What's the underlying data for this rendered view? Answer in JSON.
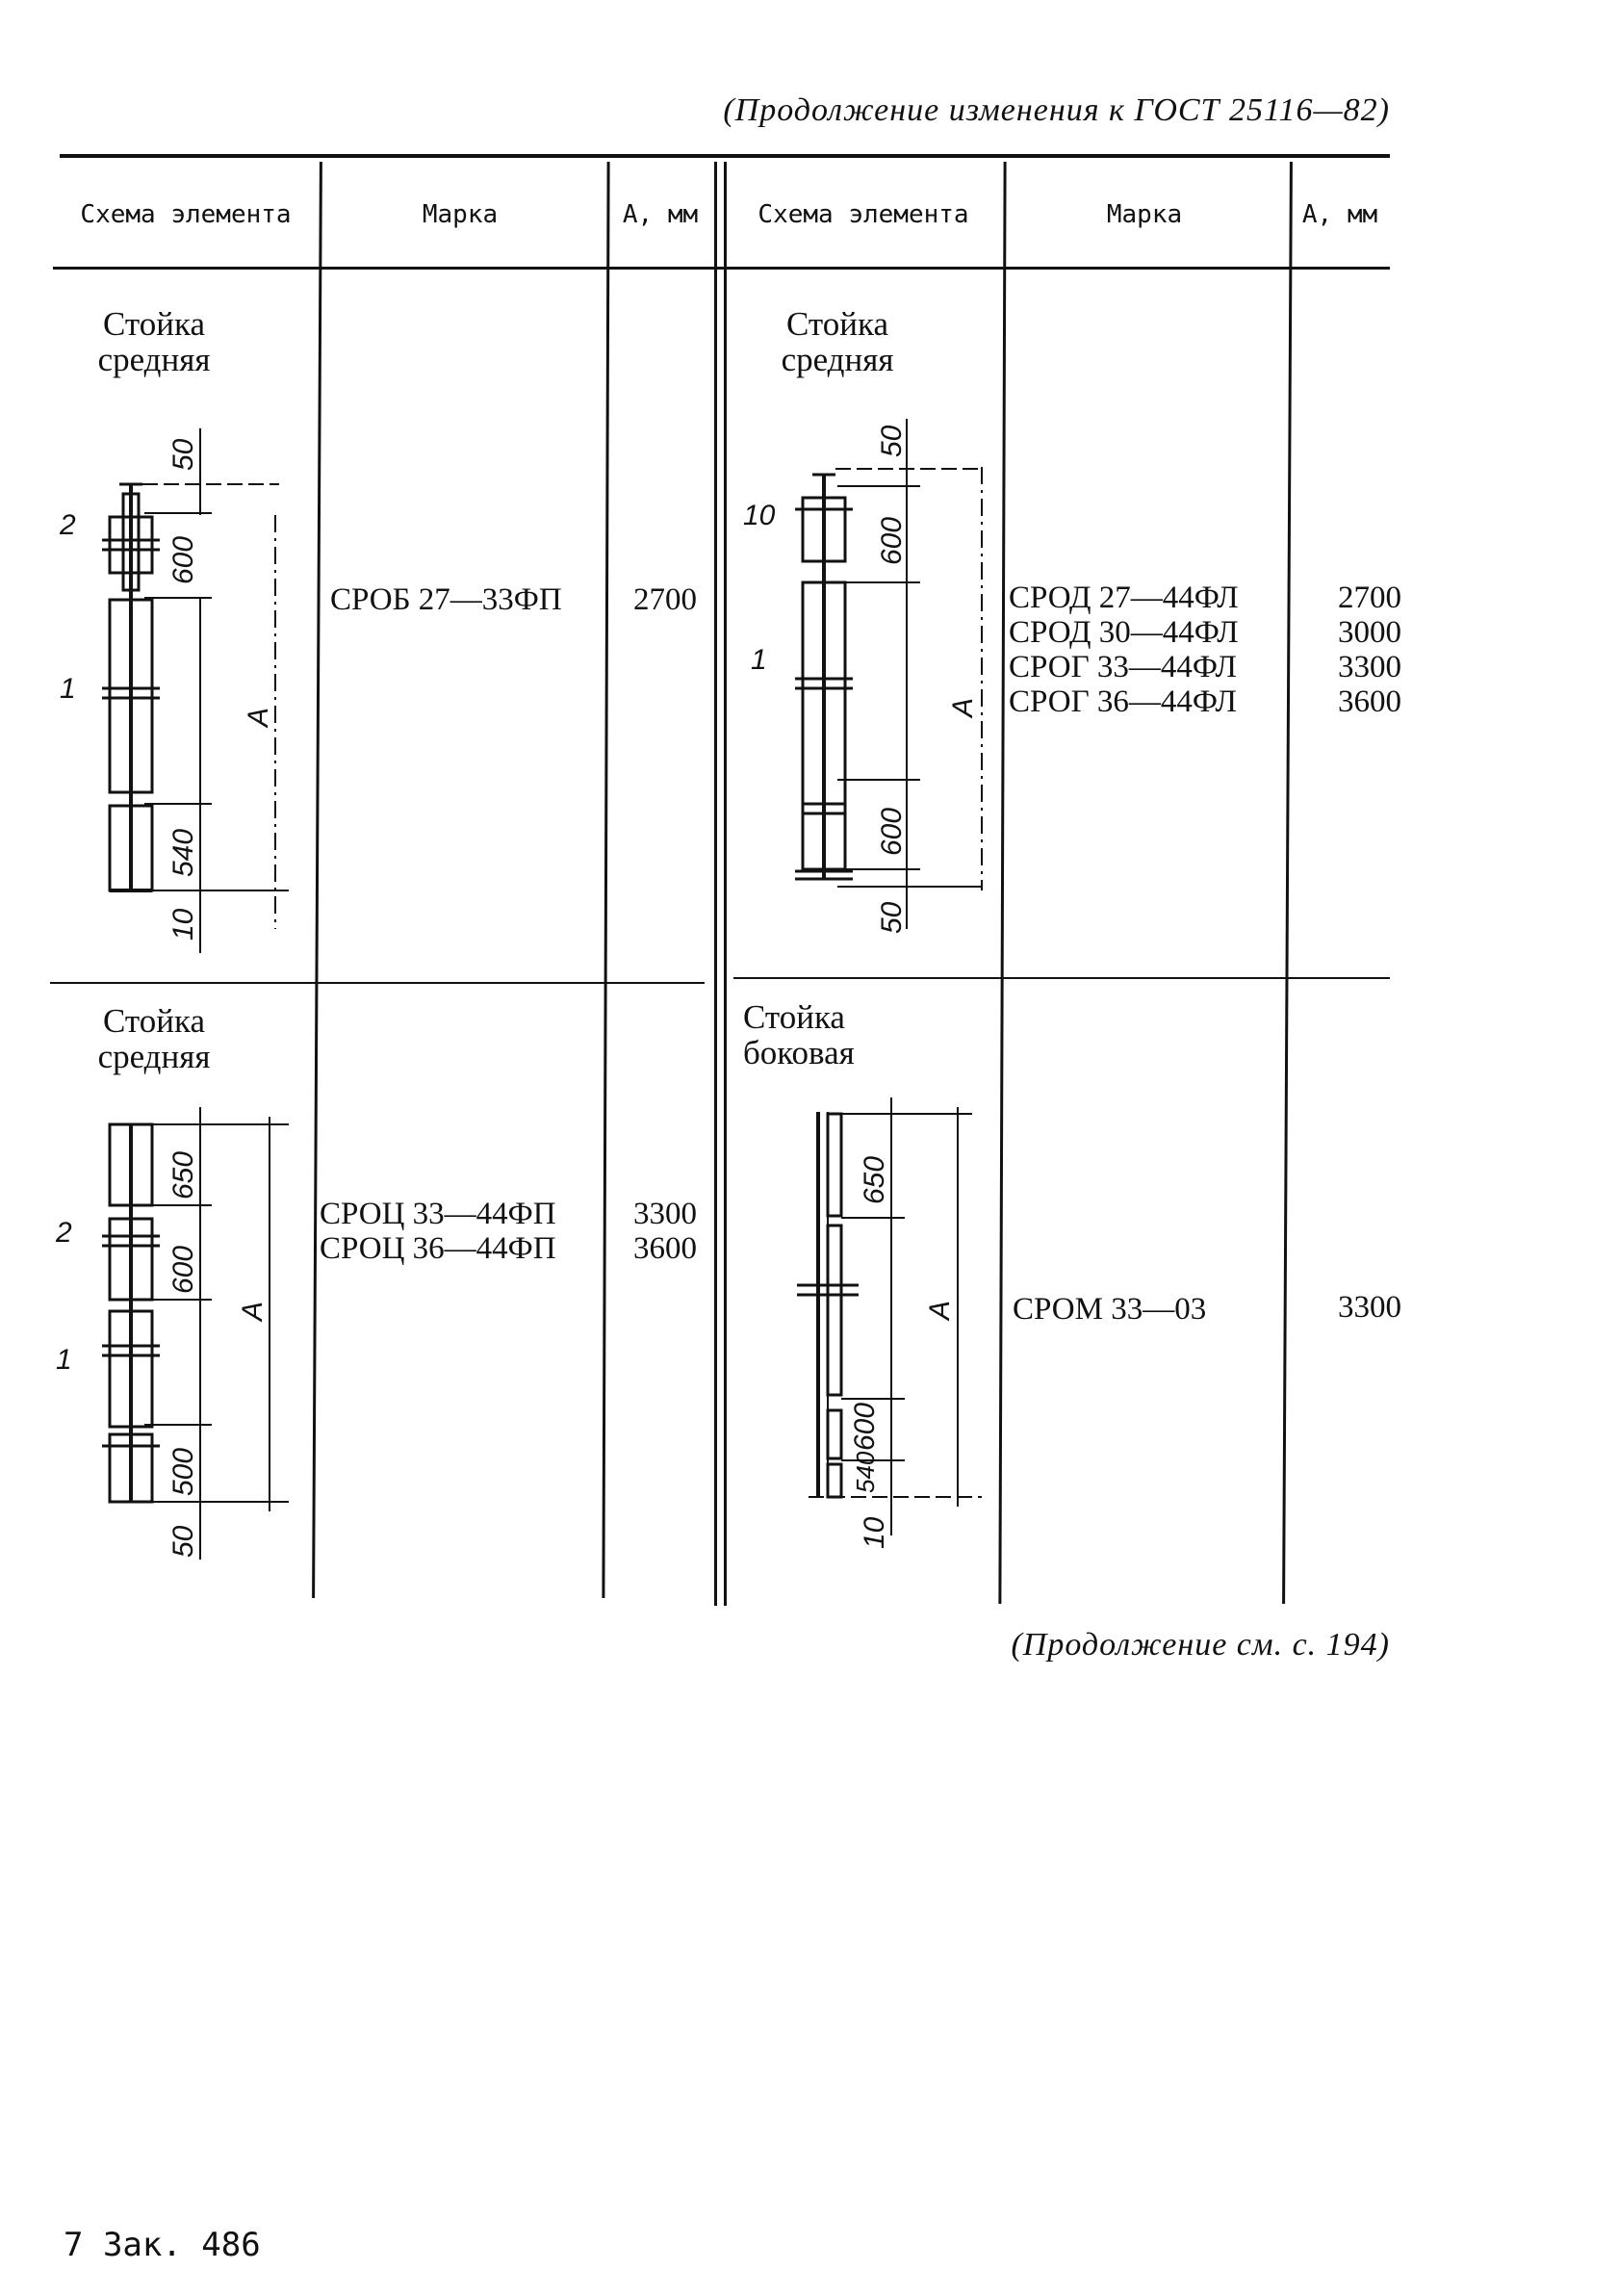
{
  "top_caption": "(Продолжение изменения к ГОСТ 25116—82)",
  "bottom_caption": "(Продолжение см. с. 194)",
  "footer_note": "7 Зак. 486",
  "table": {
    "headers": {
      "left": {
        "schema": "Схема элемента",
        "mark": "Марка",
        "a": "А, мм"
      },
      "right": {
        "schema": "Схема элемента",
        "mark": "Марка",
        "a": "А, мм"
      }
    },
    "rows": [
      {
        "left": {
          "element_name": "Стойка\nсредняя",
          "schema_labels": {
            "top": "50",
            "upper": "600",
            "lower": "540",
            "bottom": "10",
            "height": "А",
            "pos1": "1",
            "pos2": "2"
          },
          "marks": [
            "СРОБ 27—33ФП"
          ],
          "values": [
            "2700"
          ]
        },
        "right": {
          "element_name": "Стойка\nсредняя",
          "schema_labels": {
            "top": "50",
            "upper": "600",
            "lower": "600",
            "bottom": "50",
            "height": "А",
            "pos1": "1",
            "pos2": "10"
          },
          "marks": [
            "СРОД 27—44ФЛ",
            "СРОД 30—44ФЛ",
            "СРОГ 33—44ФЛ",
            "СРОГ 36—44ФЛ"
          ],
          "values": [
            "2700",
            "3000",
            "3300",
            "3600"
          ]
        }
      },
      {
        "left": {
          "element_name": "Стойка\nсредняя",
          "schema_labels": {
            "top": "650",
            "upper": "600",
            "lower": "500",
            "bottom": "50",
            "height": "А",
            "pos1": "1",
            "pos2": "2"
          },
          "marks": [
            "СРОЦ 33—44ФП",
            "СРОЦ 36—44ФП"
          ],
          "values": [
            "3300",
            "3600"
          ]
        },
        "right": {
          "element_name": "Стойка\nбоковая",
          "schema_labels": {
            "top": "650",
            "upper": "600",
            "lower": "540",
            "bottom": "10",
            "height": "А"
          },
          "marks": [
            "СРОМ 33—03"
          ],
          "values": [
            "3300"
          ]
        }
      }
    ]
  }
}
